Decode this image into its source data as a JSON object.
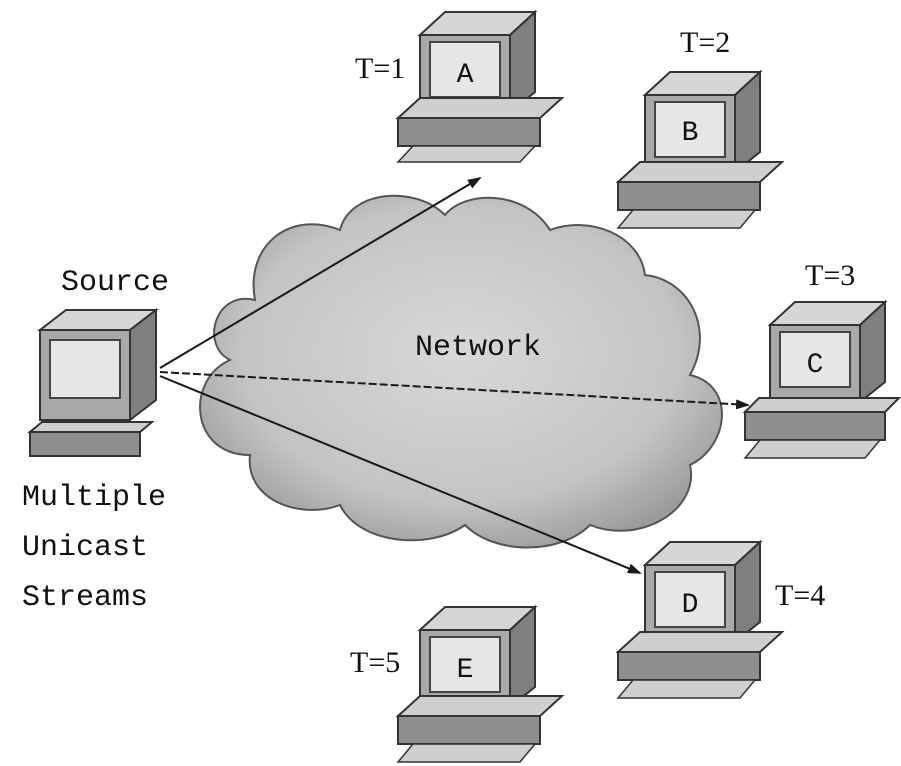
{
  "diagram": {
    "network_label": "Network",
    "source": {
      "label": "Source",
      "caption_lines": [
        "Multiple",
        "Unicast",
        "Streams"
      ]
    },
    "receivers": [
      {
        "id": "A",
        "time_label": "T=1",
        "receives_stream": true
      },
      {
        "id": "B",
        "time_label": "T=2",
        "receives_stream": false
      },
      {
        "id": "C",
        "time_label": "T=3",
        "receives_stream": true
      },
      {
        "id": "D",
        "time_label": "T=4",
        "receives_stream": true
      },
      {
        "id": "E",
        "time_label": "T=5",
        "receives_stream": false
      }
    ],
    "colors": {
      "cloud_fill": "#c9c9c9",
      "computer_body": "#a9a9a9",
      "screen": "#e6e6e6",
      "line": "#1a1a1a"
    }
  }
}
